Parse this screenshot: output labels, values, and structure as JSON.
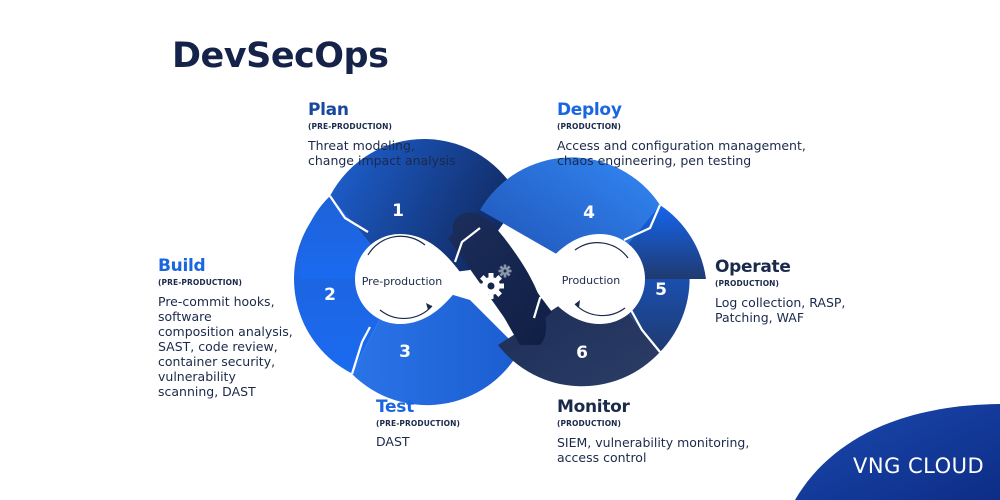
{
  "title": "DevSecOps",
  "stages": {
    "plan": {
      "number": "1",
      "name": "Plan",
      "phase": "(PRE-PRODUCTION)",
      "description": "Threat modeling,\nchange impact analysis"
    },
    "build": {
      "number": "2",
      "name": "Build",
      "phase": "(PRE-PRODUCTION)",
      "description": "Pre-commit hooks,\nsoftware\ncomposition analysis,\nSAST, code review,\ncontainer security,\nvulnerability\nscanning, DAST"
    },
    "test": {
      "number": "3",
      "name": "Test",
      "phase": "(PRE-PRODUCTION)",
      "description": "DAST"
    },
    "deploy": {
      "number": "4",
      "name": "Deploy",
      "phase": "(PRODUCTION)",
      "description": "Access and configuration management,\nchaos engineering, pen testing"
    },
    "operate": {
      "number": "5",
      "name": "Operate",
      "phase": "(PRODUCTION)",
      "description": "Log collection, RASP,\nPatching, WAF"
    },
    "monitor": {
      "number": "6",
      "name": "Monitor",
      "phase": "(PRODUCTION)",
      "description": "SIEM, vulnerability monitoring,\naccess control"
    }
  },
  "loop": {
    "left_label": "Pre-production",
    "right_label": "Production",
    "center_icon": "gears-icon"
  },
  "logo": {
    "text": "VNG CLOUD"
  },
  "colors": {
    "navy": "#15234a",
    "blue": "#1a66e0",
    "dark_navy": "#14254a",
    "bright_blue": "#2a7df0"
  }
}
